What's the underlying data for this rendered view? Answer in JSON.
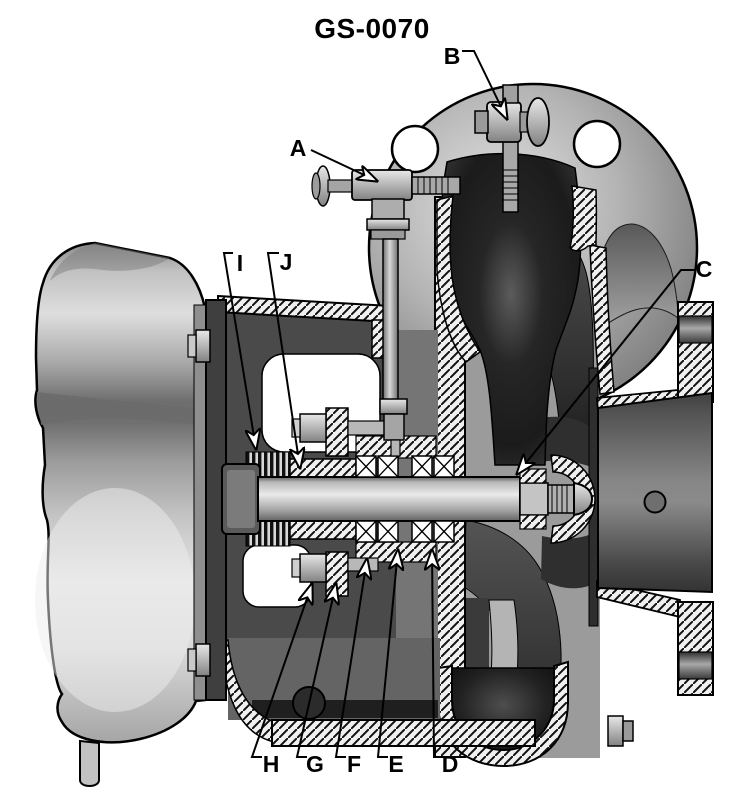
{
  "figure": {
    "title": "GS-0070"
  },
  "callouts": {
    "a": "A",
    "b": "B",
    "c": "C",
    "d": "D",
    "e": "E",
    "f": "F",
    "g": "G",
    "h": "H",
    "i": "I",
    "j": "J"
  },
  "colors": {
    "background": "#ffffff",
    "line": "#000000",
    "label_text": "#000000",
    "metal_light": "#e6e6e6",
    "metal_mid": "#9a9a9a",
    "metal_dark": "#3f3f3f",
    "cavity_dark": "#1f1f1f"
  }
}
